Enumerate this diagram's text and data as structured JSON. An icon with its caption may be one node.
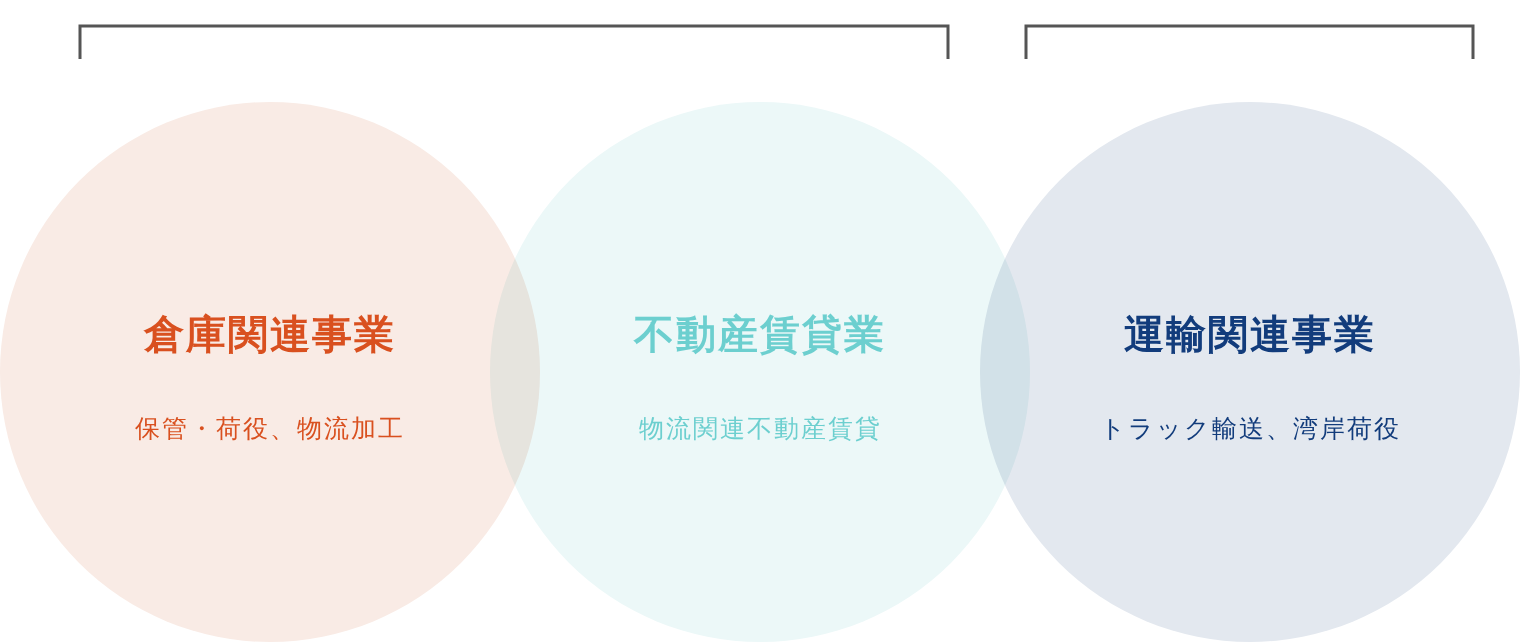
{
  "diagram": {
    "nodes": [
      {
        "text": [
          "倉庫関連事業",
          "保管・荷役、物流加工"
        ]
      },
      {
        "text": [
          "不動産賃貸業",
          "物流関連不動産賃貸"
        ]
      },
      {
        "text": [
          "運輸関連事業",
          "トラック輸送、湾岸荷役"
        ]
      }
    ]
  }
}
